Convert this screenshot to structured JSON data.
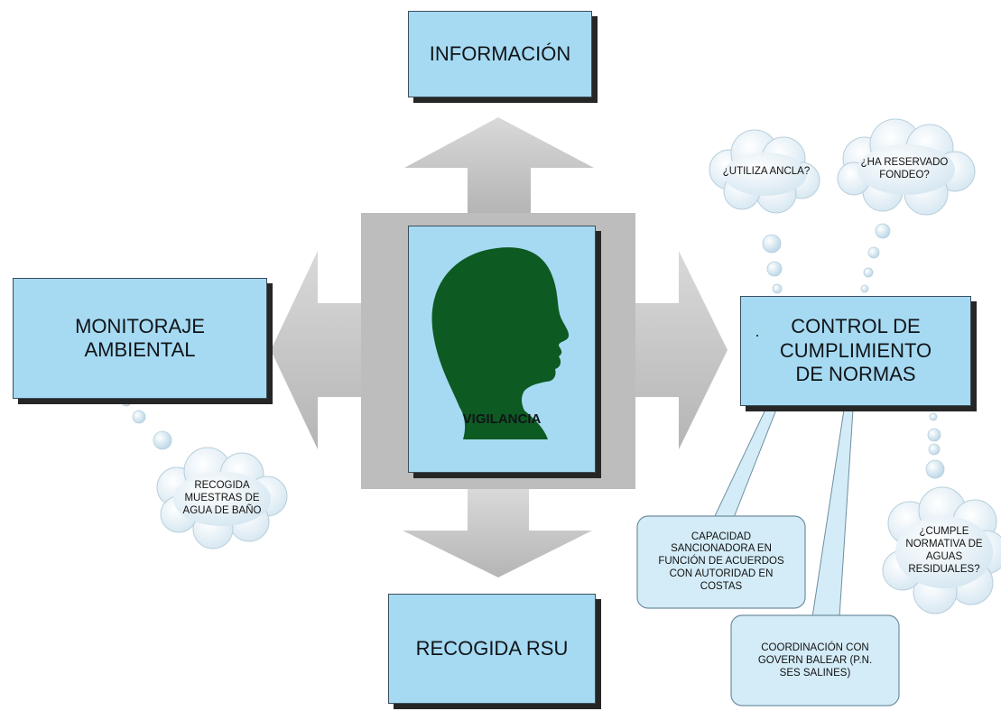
{
  "center": {
    "label": "VIGILANCIA"
  },
  "boxes": {
    "top": "INFORMACIÓN",
    "left": "MONITORAJE\nAMBIENTAL",
    "right": "CONTROL DE\nCUMPLIMIENTO\nDE NORMAS",
    "bottom": "RECOGIDA RSU"
  },
  "clouds": {
    "ancla": "¿UTILIZA ANCLA?",
    "fondeo": "¿HA RESERVADO\nFONDEO?",
    "muestras": "RECOGIDA\nMUESTRAS DE\nAGUA DE BAÑO",
    "aguas": "¿CUMPLE\nNORMATIVA DE\nAGUAS\nRESIDUALES?"
  },
  "callouts": {
    "sancionadora": "CAPACIDAD\nSANCIONADORA EN\nFUNCIÓN DE ACUERDOS\nCON AUTORIDAD EN\nCOSTAS",
    "govern": "COORDINACIÓN CON\nGOVERN BALEAR (P.N.\nSES SALINES)"
  },
  "colors": {
    "box_fill": "#a6daf2",
    "arrow_fill": "#c9c9c9",
    "silhouette": "#0e5a23",
    "cloud_fill": "#e9f4fb",
    "callout_fill": "#d4ecf8"
  }
}
